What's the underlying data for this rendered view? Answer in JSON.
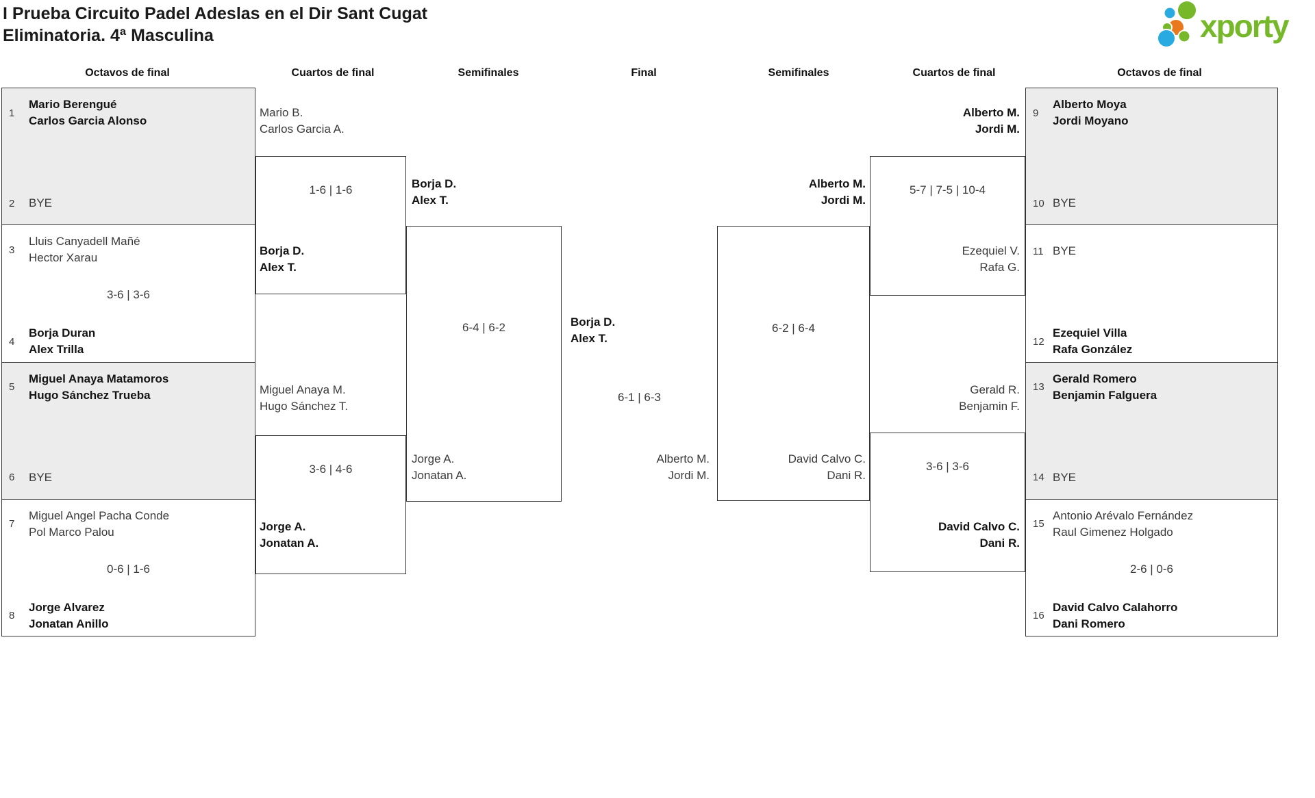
{
  "header": {
    "title_line1": "I Prueba Circuito Padel Adeslas en el Dir Sant Cugat",
    "title_line2": "Eliminatoria. 4ª Masculina",
    "logo_text": "xporty"
  },
  "colors": {
    "logo_green": "#76b82a",
    "logo_blue": "#29abe2",
    "logo_orange": "#e8791e",
    "shaded_box": "#ececec",
    "border": "#333333"
  },
  "round_headers": [
    "Octavos de final",
    "Cuartos de final",
    "Semifinales",
    "Final",
    "Semifinales",
    "Cuartos de final",
    "Octavos de final"
  ],
  "octavos_left": [
    {
      "seed1": "1",
      "t1l1": "Mario Berengué",
      "t1l2": "Carlos Garcia Alonso",
      "score": "",
      "seed2": "2",
      "t2l1": "BYE",
      "t2l2": ""
    },
    {
      "seed1": "3",
      "t1l1": "Lluis Canyadell Mañé",
      "t1l2": "Hector Xarau",
      "score": "3-6 | 3-6",
      "seed2": "4",
      "t2l1": "Borja Duran",
      "t2l2": "Alex Trilla"
    },
    {
      "seed1": "5",
      "t1l1": "Miguel Anaya Matamoros",
      "t1l2": "Hugo Sánchez Trueba",
      "score": "",
      "seed2": "6",
      "t2l1": "BYE",
      "t2l2": ""
    },
    {
      "seed1": "7",
      "t1l1": "Miguel Angel Pacha Conde",
      "t1l2": "Pol Marco Palou",
      "score": "0-6 | 1-6",
      "seed2": "8",
      "t2l1": "Jorge Alvarez",
      "t2l2": "Jonatan Anillo"
    }
  ],
  "octavos_right": [
    {
      "seed1": "9",
      "t1l1": "Alberto Moya",
      "t1l2": "Jordi Moyano",
      "score": "",
      "seed2": "10",
      "t2l1": "BYE",
      "t2l2": ""
    },
    {
      "seed1": "11",
      "t1l1": "BYE",
      "t1l2": "",
      "score": "",
      "seed2": "12",
      "t2l1": "Ezequiel Villa",
      "t2l2": "Rafa González"
    },
    {
      "seed1": "13",
      "t1l1": "Gerald Romero",
      "t1l2": "Benjamin Falguera",
      "score": "",
      "seed2": "14",
      "t2l1": "BYE",
      "t2l2": ""
    },
    {
      "seed1": "15",
      "t1l1": "Antonio Arévalo Fernández",
      "t1l2": "Raul Gimenez Holgado",
      "score": "2-6 | 0-6",
      "seed2": "16",
      "t2l1": "David Calvo Calahorro",
      "t2l2": "Dani Romero"
    }
  ],
  "cuartos_left": [
    {
      "t1l1": "Mario B.",
      "t1l2": "Carlos Garcia A.",
      "score": "1-6 | 1-6",
      "t2l1": "Borja D.",
      "t2l2": "Alex T."
    },
    {
      "t1l1": "Miguel Anaya M.",
      "t1l2": "Hugo Sánchez T.",
      "score": "3-6 | 4-6",
      "t2l1": "Jorge A.",
      "t2l2": "Jonatan A."
    }
  ],
  "cuartos_right": [
    {
      "t1l1": "Alberto M.",
      "t1l2": "Jordi M.",
      "score": "5-7 | 7-5 | 10-4",
      "t2l1": "Ezequiel V.",
      "t2l2": "Rafa G."
    },
    {
      "t1l1": "Gerald R.",
      "t1l2": "Benjamin F.",
      "score": "3-6 | 3-6",
      "t2l1": "David Calvo C.",
      "t2l2": "Dani R."
    }
  ],
  "semifinal_left": {
    "t1l1": "Borja D.",
    "t1l2": "Alex T.",
    "score": "6-4 | 6-2",
    "t2l1": "Jorge A.",
    "t2l2": "Jonatan A."
  },
  "semifinal_right": {
    "t1l1": "Alberto M.",
    "t1l2": "Jordi M.",
    "score": "6-2 | 6-4",
    "t2l1": "David Calvo C.",
    "t2l2": "Dani R."
  },
  "final": {
    "t1l1": "Borja D.",
    "t1l2": "Alex T.",
    "score": "6-1 | 6-3",
    "t2l1": "Alberto M.",
    "t2l2": "Jordi M."
  }
}
